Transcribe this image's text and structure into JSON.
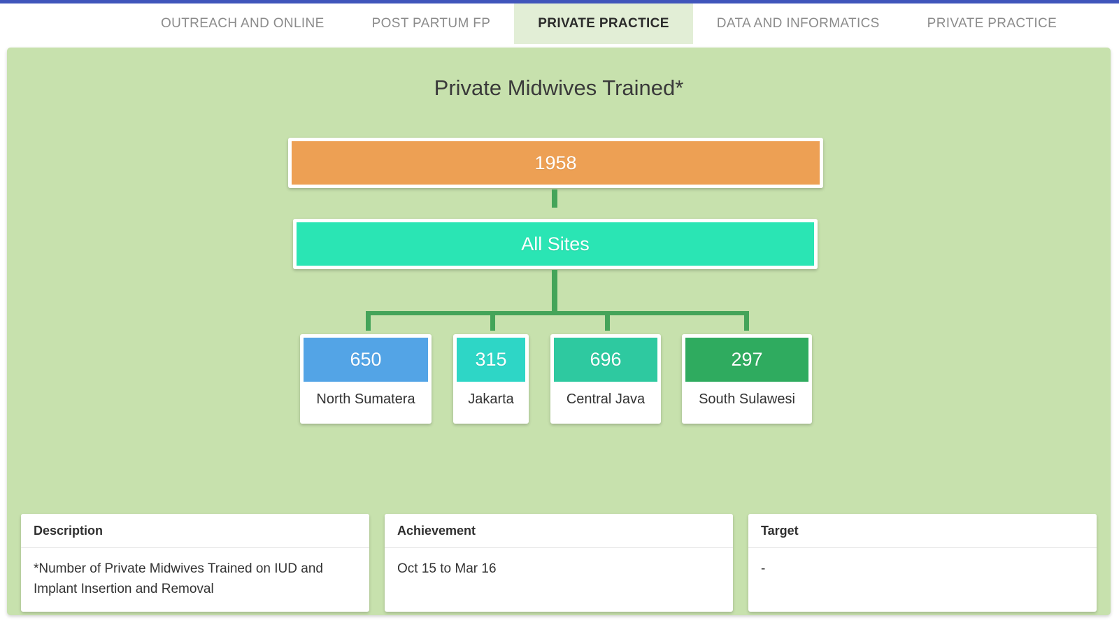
{
  "topbar": {
    "color": "#4055bb"
  },
  "tabs": [
    {
      "label": "OUTREACH AND ONLINE",
      "active": false
    },
    {
      "label": "POST PARTUM FP",
      "active": false
    },
    {
      "label": "PRIVATE PRACTICE",
      "active": true
    },
    {
      "label": "DATA AND INFORMATICS",
      "active": false
    },
    {
      "label": "PRIVATE PRACTICE",
      "active": false
    }
  ],
  "panel": {
    "title": "Private Midwives Trained*",
    "background": "#c7e1ad"
  },
  "chart_data": {
    "type": "diagram",
    "title": "Private Midwives Trained*",
    "root": {
      "label": "1958",
      "color": "#eda054"
    },
    "group": {
      "label": "All Sites",
      "color": "#2ae5b4"
    },
    "categories": [
      "North Sumatera",
      "Jakarta",
      "Central Java",
      "South Sulawesi"
    ],
    "values": [
      650,
      315,
      696,
      297
    ],
    "colors": [
      "#53a4e6",
      "#2ed6c6",
      "#2ec9a0",
      "#2fab5f"
    ],
    "total": 1958,
    "connector_color": "#44a459"
  },
  "children": [
    {
      "value": "650",
      "label": "North Sumatera",
      "color": "#53a4e6"
    },
    {
      "value": "315",
      "label": "Jakarta",
      "color": "#2ed6c6"
    },
    {
      "value": "696",
      "label": "Central Java",
      "color": "#2ec9a0"
    },
    {
      "value": "297",
      "label": "South Sulawesi",
      "color": "#2fab5f"
    }
  ],
  "info": {
    "description": {
      "header": "Description",
      "body": "*Number of Private Midwives Trained on IUD and Implant Insertion and Removal"
    },
    "achievement": {
      "header": "Achievement",
      "body": "Oct 15 to Mar 16"
    },
    "target": {
      "header": "Target",
      "body": "-"
    }
  }
}
